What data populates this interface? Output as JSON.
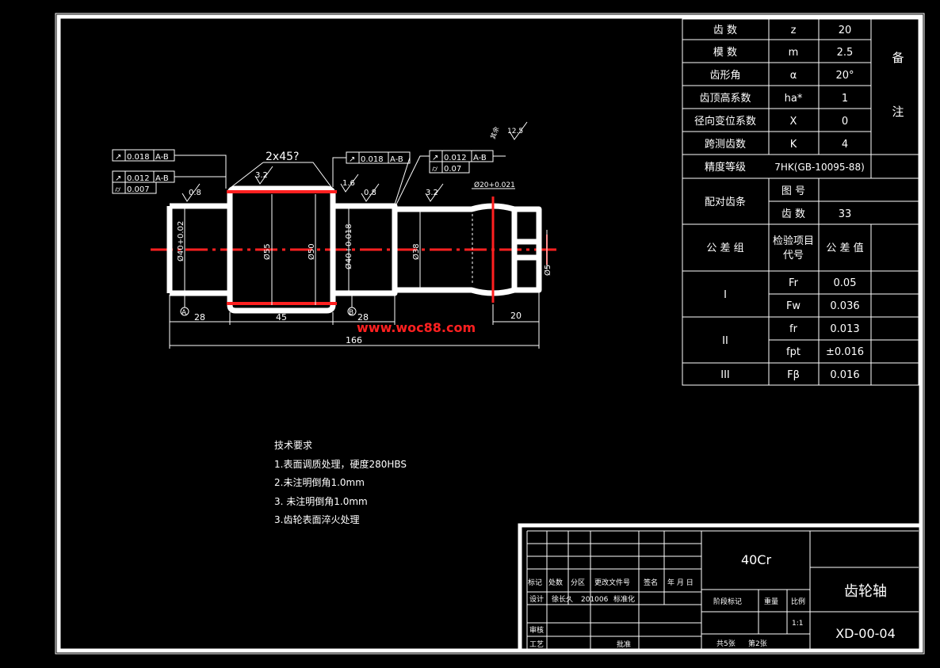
{
  "gear_params": {
    "rows": [
      {
        "name": "齿 数",
        "symbol": "z",
        "value": "20"
      },
      {
        "name": "模 数",
        "symbol": "m",
        "value": "2.5"
      },
      {
        "name": "齿形角",
        "symbol": "α",
        "value": "20°"
      },
      {
        "name": "齿顶高系数",
        "symbol": "ha*",
        "value": "1"
      },
      {
        "name": "径向变位系数",
        "symbol": "X",
        "value": "0"
      },
      {
        "name": "跨测齿数",
        "symbol": "K",
        "value": "4"
      }
    ],
    "remark_1": "备",
    "remark_2": "注",
    "accuracy_label": "精度等级",
    "accuracy_value": "7HK(GB-10095-88)",
    "mating_label": "配对齿条",
    "mating_drawing_label": "图 号",
    "mating_drawing_value": "",
    "mating_teeth_label": "齿 数",
    "mating_teeth_value": "33",
    "tol_group_label": "公 差 组",
    "check_item_label_1": "检验项目",
    "check_item_label_2": "代号",
    "tol_value_label": "公 差 值",
    "groups": [
      {
        "roman": "I",
        "items": [
          {
            "code": "Fr",
            "value": "0.05"
          },
          {
            "code": "Fw",
            "value": "0.036"
          }
        ]
      },
      {
        "roman": "II",
        "items": [
          {
            "code": "fr",
            "value": "0.013"
          },
          {
            "code": "fpt",
            "value": "±0.016"
          }
        ]
      },
      {
        "roman": "III",
        "items": [
          {
            "code": "Fβ",
            "value": "0.016"
          }
        ]
      }
    ]
  },
  "tech_requirements": {
    "title": "技术要求",
    "items": [
      "1.表面调质处理，硬度280HBS",
      "2.未注明倒角1.0mm",
      "3. 未注明倒角1.0mm",
      "3.齿轮表面淬火处理"
    ]
  },
  "shaft": {
    "chamfer_note": "2x45?",
    "surface_rest": "其余",
    "surface_rest_value": "12.5",
    "roughness": [
      "0.8",
      "3.2",
      "1.6",
      "0.8",
      "3.2"
    ],
    "tol_frames": [
      {
        "symbol": "↗",
        "value": "0.018",
        "datum": "A-B"
      },
      {
        "symbol": "↗",
        "value": "0.012",
        "datum": "A-B"
      },
      {
        "symbol": "⌭",
        "value": "0.007",
        "datum": ""
      },
      {
        "symbol": "↗",
        "value": "0.018",
        "datum": "A-B"
      },
      {
        "symbol": "↗",
        "value": "0.012",
        "datum": "A-B"
      },
      {
        "symbol": "⌭",
        "value": "0.07",
        "datum": ""
      }
    ],
    "diameters": {
      "left": "Ø40+0.02",
      "gear": "Ø55",
      "root": "Ø50",
      "mid": "Ø40+0.018",
      "right": "Ø38",
      "end": "Ø5",
      "groove": "Ø20+0.021"
    },
    "dims": {
      "seg_left": "28",
      "seg_gear": "45",
      "seg_mid": "28",
      "seg_end": "20",
      "total": "166"
    },
    "datum_a": "A",
    "datum_b": "B",
    "watermark": "www.woc88.com"
  },
  "title_block": {
    "material": "40Cr",
    "part_name": "齿轮轴",
    "drawing_no": "XD-00-04",
    "headers": [
      "标记",
      "处数",
      "分区",
      "更改文件号",
      "签名",
      "年 月 日"
    ],
    "design_label": "设计",
    "designer": "徐长久",
    "design_date": "201006",
    "standardization": "标准化",
    "review_label": "审核",
    "process_label": "工艺",
    "approve_label": "批准",
    "stage_label": "阶段标记",
    "weight_label": "重量",
    "scale_label": "比例",
    "scale_value": "1:1",
    "sheet_total": "共5张",
    "sheet_no": "第2张"
  }
}
